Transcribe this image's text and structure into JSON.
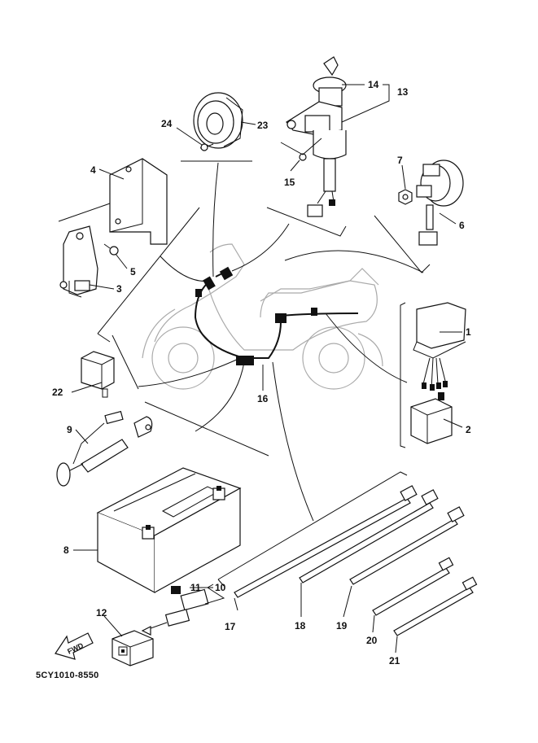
{
  "diagram_code": "5CY1010-8550",
  "fwd_label": "FWD",
  "callouts": {
    "c1": "1",
    "c2": "2",
    "c3": "3",
    "c4": "4",
    "c5": "5",
    "c6": "6",
    "c7": "7",
    "c8": "8",
    "c9": "9",
    "c10": "10",
    "c11": "11",
    "c12": "12",
    "c13": "13",
    "c14": "14",
    "c15": "15",
    "c16": "16",
    "c17": "17",
    "c18": "18",
    "c19": "19",
    "c20": "20",
    "c21": "21",
    "c22": "22",
    "c23": "23",
    "c24": "24"
  }
}
